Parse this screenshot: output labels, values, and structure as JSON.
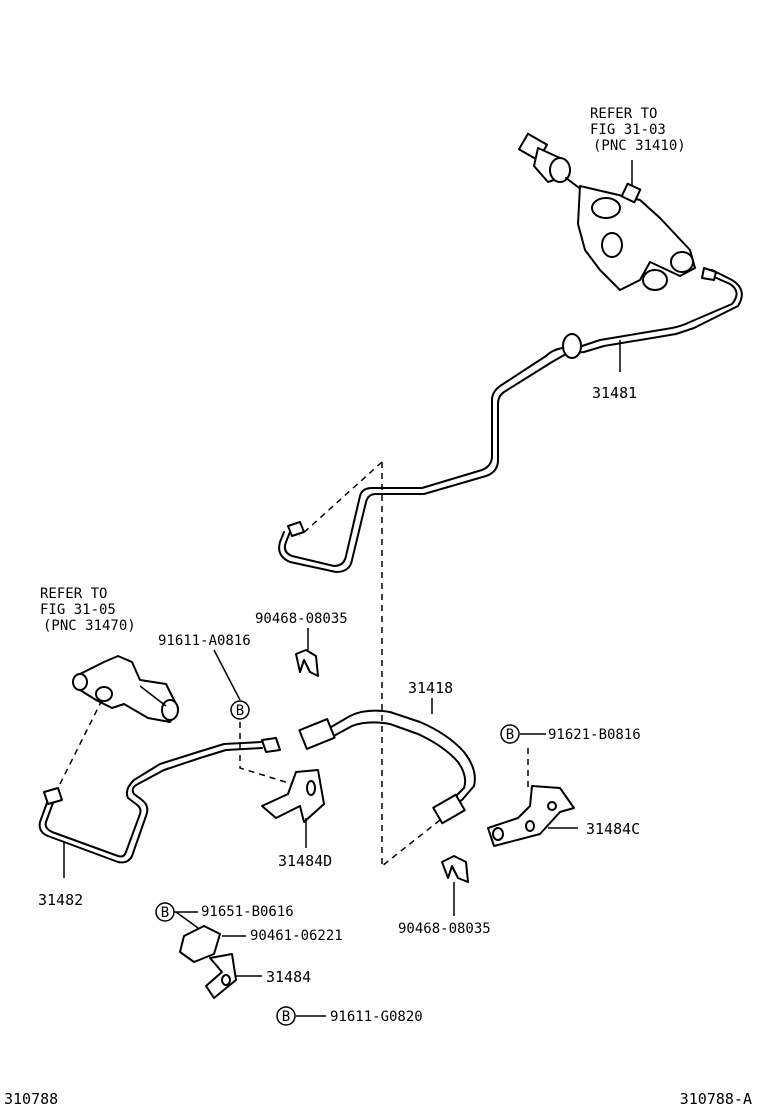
{
  "refs": {
    "top": {
      "line1": "REFER TO",
      "line2": "FIG 31-03",
      "line3": "(PNC 31410)"
    },
    "left": {
      "line1": "REFER TO",
      "line2": "FIG 31-05",
      "line3": "(PNC 31470)"
    }
  },
  "parts": {
    "p31481": "31481",
    "p31418": "31418",
    "p31482": "31482",
    "p31484D": "31484D",
    "p31484C": "31484C",
    "p31484": "31484",
    "p90468_top": "90468-08035",
    "p90468_bottom": "90468-08035",
    "p91611_a": "91611-A0816",
    "p91621_b": "91621-B0816",
    "p91651_b": "91651-B0616",
    "p90461": "90461-06221",
    "p91611_g": "91611-G0820"
  },
  "marker_letter": "B",
  "footer": {
    "left_code": "310788",
    "right_code": "310788-A"
  }
}
